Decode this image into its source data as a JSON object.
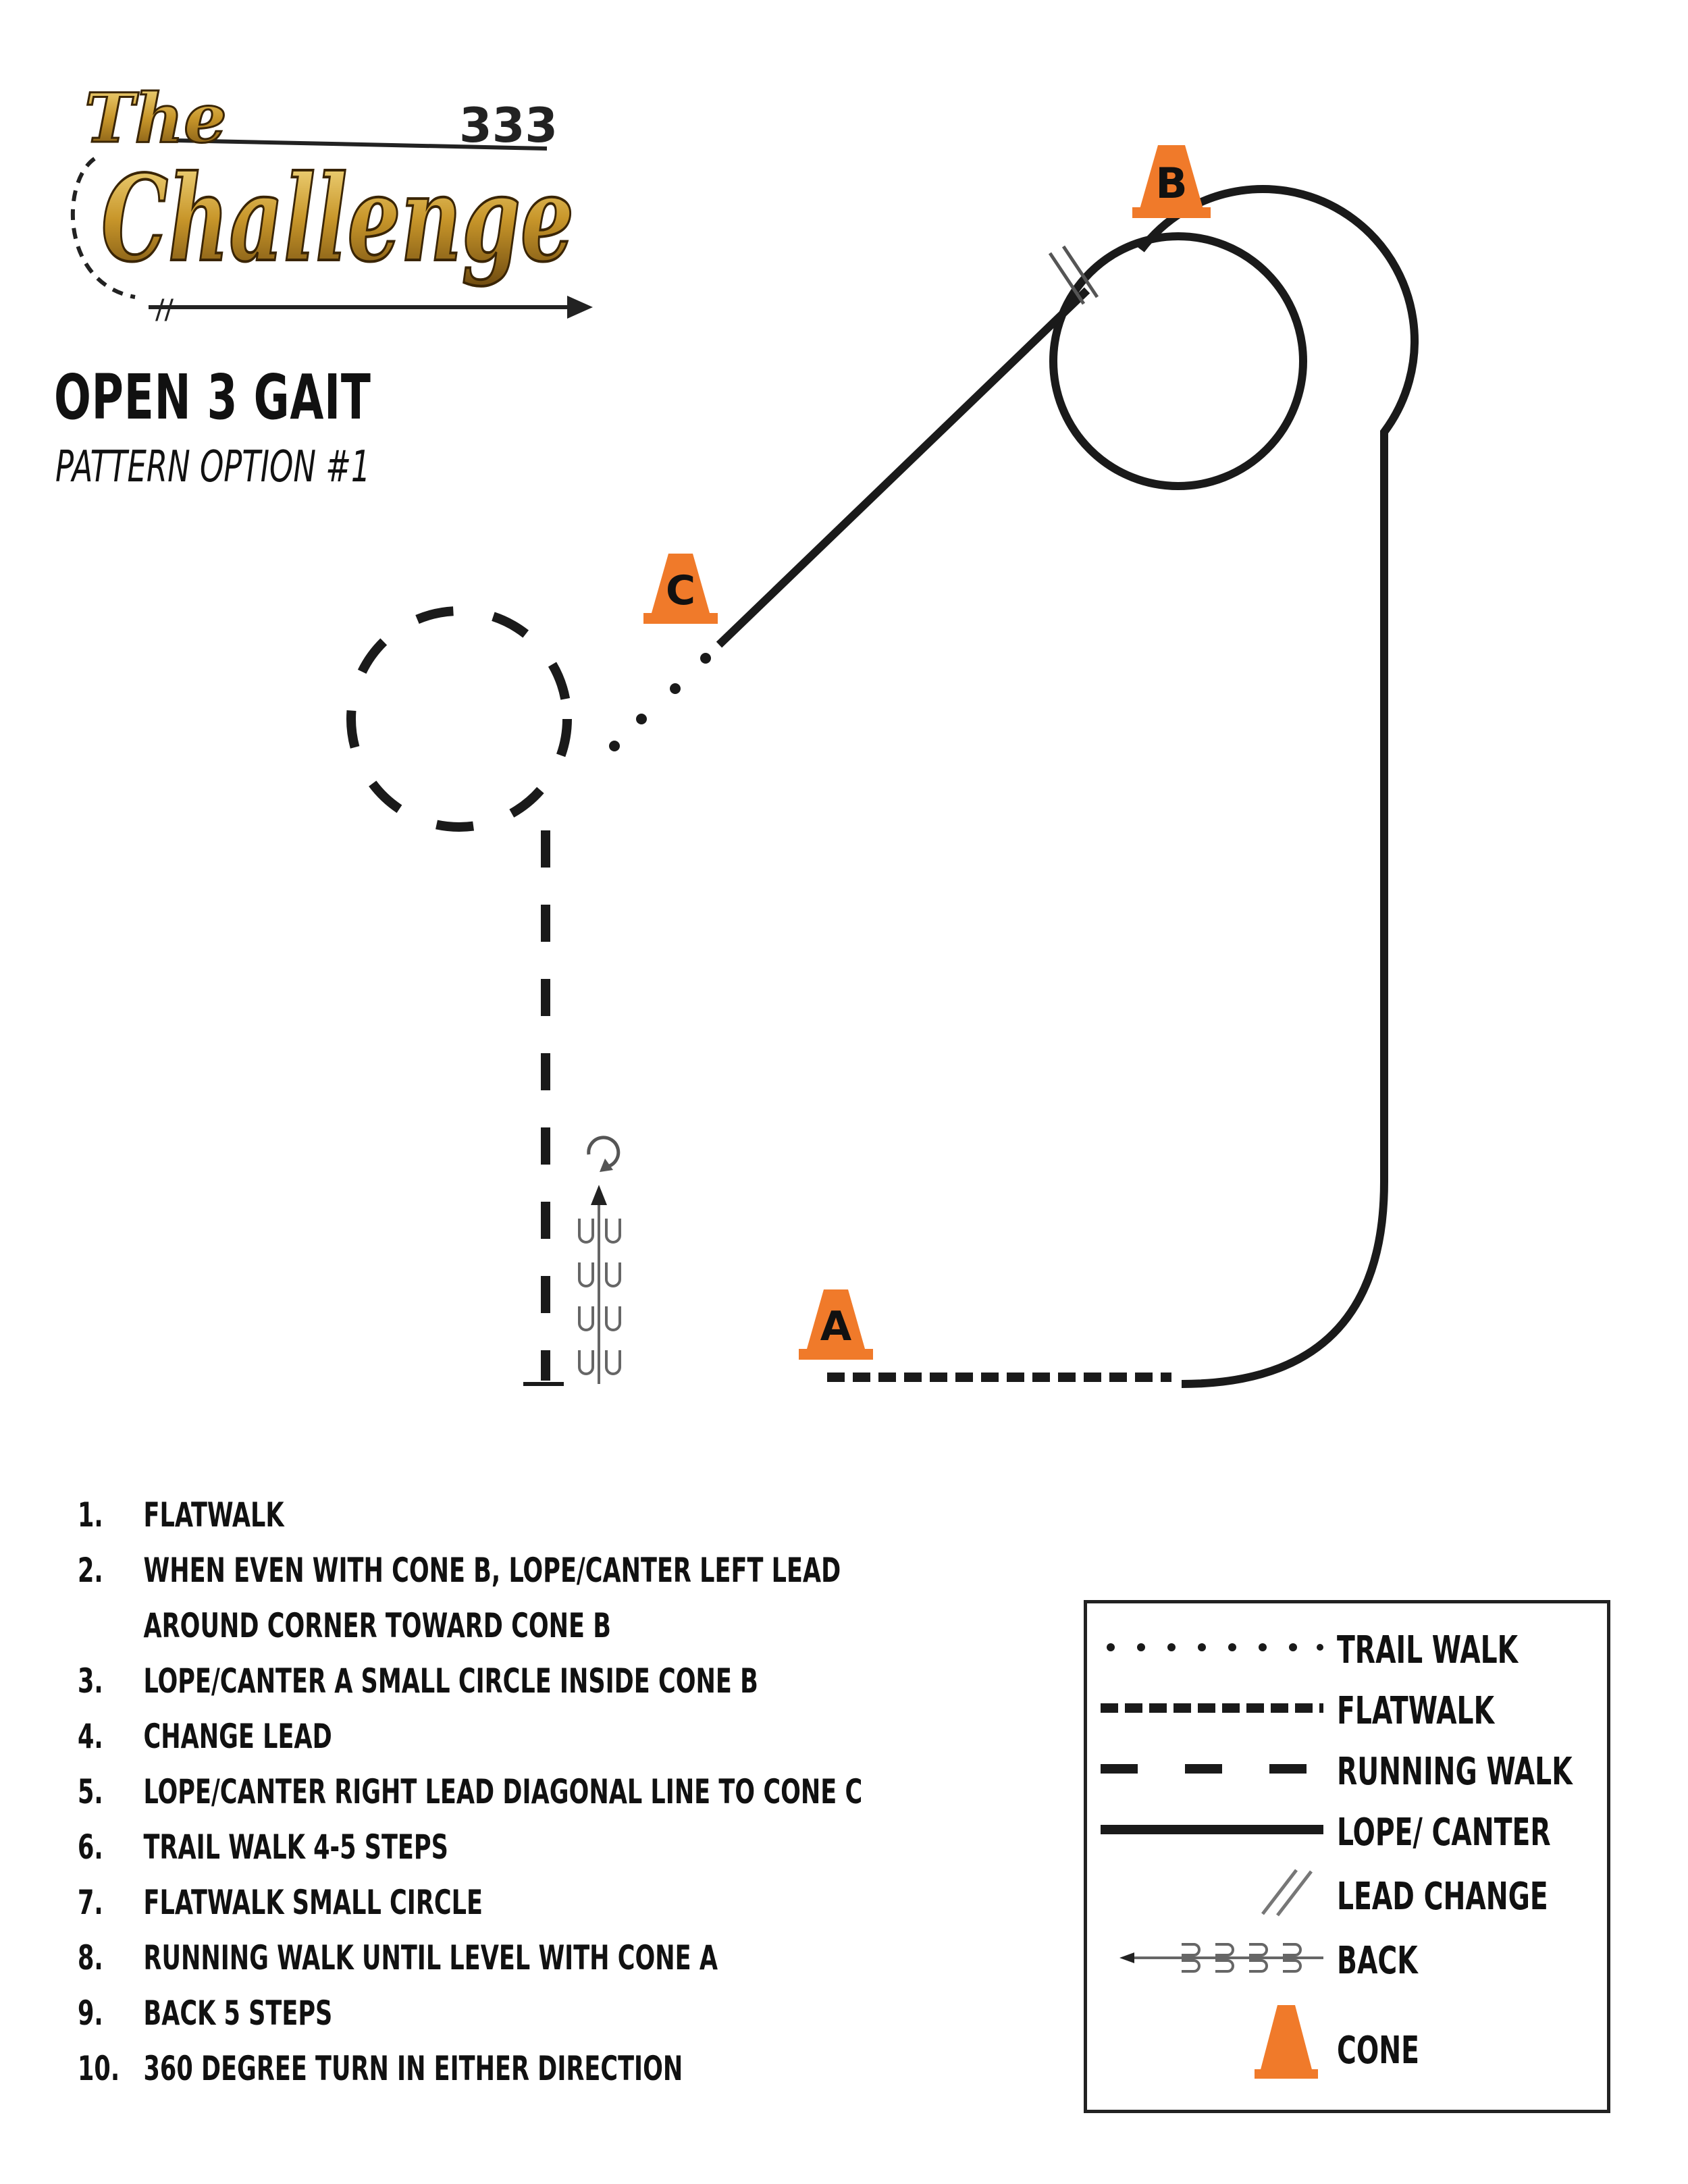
{
  "logo": {
    "line1": "The",
    "line2": "Challenge",
    "brand_mark": "333"
  },
  "title": "OPEN 3 GAIT",
  "subtitle": "PATTERN OPTION #1",
  "cones": {
    "a": "A",
    "b": "B",
    "c": "C"
  },
  "steps": [
    {
      "num": "1.",
      "text": "FLATWALK"
    },
    {
      "num": "2.",
      "text": "WHEN EVEN WITH CONE B, LOPE/CANTER LEFT LEAD",
      "text2": "AROUND CORNER TOWARD CONE B"
    },
    {
      "num": "3.",
      "text": "LOPE/CANTER A SMALL CIRCLE INSIDE CONE B"
    },
    {
      "num": "4.",
      "text": "CHANGE LEAD"
    },
    {
      "num": "5.",
      "text": "LOPE/CANTER RIGHT LEAD DIAGONAL LINE TO CONE C"
    },
    {
      "num": "6.",
      "text": "TRAIL WALK 4-5 STEPS"
    },
    {
      "num": "7.",
      "text": "FLATWALK SMALL CIRCLE"
    },
    {
      "num": "8.",
      "text": "RUNNING WALK UNTIL LEVEL WITH CONE A"
    },
    {
      "num": "9.",
      "text": "BACK 5 STEPS"
    },
    {
      "num": "10.",
      "text": "360 DEGREE TURN IN EITHER DIRECTION"
    }
  ],
  "legend": [
    {
      "symbol": "dotted-line-icon",
      "label": "TRAIL WALK"
    },
    {
      "symbol": "short-dash-line-icon",
      "label": "FLATWALK"
    },
    {
      "symbol": "long-dash-line-icon",
      "label": "RUNNING WALK"
    },
    {
      "symbol": "solid-line-icon",
      "label": "LOPE/ CANTER"
    },
    {
      "symbol": "double-slash-icon",
      "label": "LEAD CHANGE"
    },
    {
      "symbol": "back-arrow-icon",
      "label": "BACK"
    },
    {
      "symbol": "cone-icon",
      "label": "CONE"
    }
  ],
  "colors": {
    "cone": "#f07a2a",
    "ink": "#1a1a1a",
    "gold": "#c8962a"
  }
}
